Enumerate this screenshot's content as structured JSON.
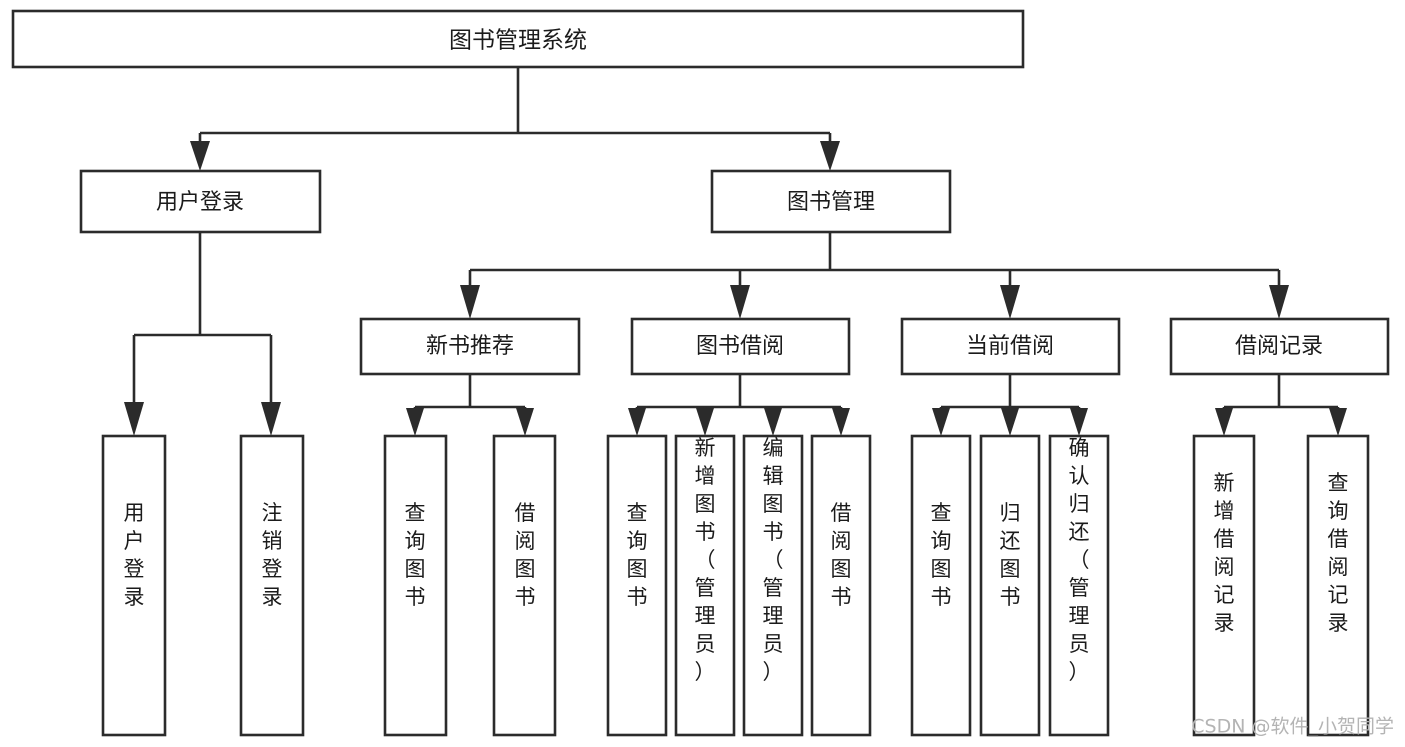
{
  "diagram": {
    "type": "tree",
    "orientation": "top-down",
    "title_node": {
      "id": "root",
      "label": "图书管理系统"
    },
    "level1": [
      {
        "id": "user-login",
        "label": "用户登录"
      },
      {
        "id": "book-manage",
        "label": "图书管理"
      }
    ],
    "level2": [
      {
        "id": "new-book-recommend",
        "label": "新书推荐",
        "parent": "book-manage"
      },
      {
        "id": "book-borrow",
        "label": "图书借阅",
        "parent": "book-manage"
      },
      {
        "id": "current-borrow",
        "label": "当前借阅",
        "parent": "book-manage"
      },
      {
        "id": "borrow-record",
        "label": "借阅记录",
        "parent": "book-manage"
      }
    ],
    "leaves": [
      {
        "id": "leaf-user-login",
        "label": "用户登录",
        "parent": "user-login"
      },
      {
        "id": "leaf-user-logout",
        "label": "注销登录",
        "parent": "user-login"
      },
      {
        "id": "leaf-query-book-1",
        "label": "查询图书",
        "parent": "new-book-recommend"
      },
      {
        "id": "leaf-borrow-book-1",
        "label": "借阅图书",
        "parent": "new-book-recommend"
      },
      {
        "id": "leaf-query-book-2",
        "label": "查询图书",
        "parent": "book-borrow"
      },
      {
        "id": "leaf-add-book",
        "label": "新增图书（管理员）",
        "parent": "book-borrow"
      },
      {
        "id": "leaf-edit-book",
        "label": "编辑图书（管理员）",
        "parent": "book-borrow"
      },
      {
        "id": "leaf-borrow-book-2",
        "label": "借阅图书",
        "parent": "book-borrow"
      },
      {
        "id": "leaf-query-book-3",
        "label": "查询图书",
        "parent": "current-borrow"
      },
      {
        "id": "leaf-return-book",
        "label": "归还图书",
        "parent": "current-borrow"
      },
      {
        "id": "leaf-confirm-return",
        "label": "确认归还（管理员）",
        "parent": "current-borrow"
      },
      {
        "id": "leaf-add-record",
        "label": "新增借阅记录",
        "parent": "borrow-record"
      },
      {
        "id": "leaf-query-record",
        "label": "查询借阅记录",
        "parent": "borrow-record"
      }
    ]
  },
  "watermark": {
    "label": "CSDN @软件_小贺同学"
  },
  "colors": {
    "background": "#ffffff",
    "box_fill": "#ffffff",
    "box_stroke": "#2b2b2b",
    "text": "#1b1b1b",
    "watermark": "#b4b4b4"
  }
}
